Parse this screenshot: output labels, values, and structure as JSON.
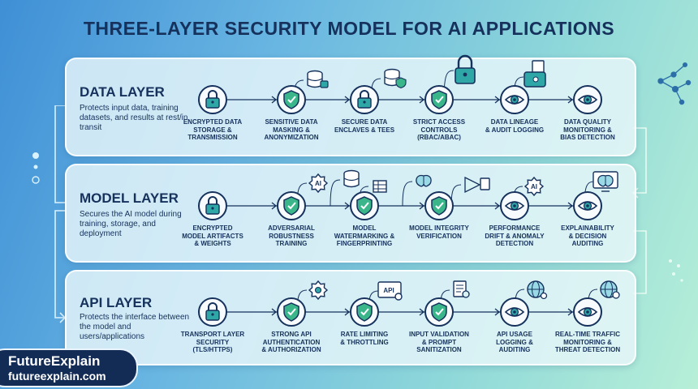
{
  "title": "THREE-LAYER SECURITY MODEL FOR AI APPLICATIONS",
  "colors": {
    "navy": "#15315c",
    "teal": "#2fa7a6",
    "shield_green": "#3bb68a",
    "panel": "#e9f6fa"
  },
  "layers": [
    {
      "name": "DATA LAYER",
      "description": "Protects input data, training datasets, and results at rest/in transit",
      "nodes": [
        {
          "icon": "padlock-icon",
          "label": "ENCRYPTED DATA\nSTORAGE &\nTRANSMISSION"
        },
        {
          "icon": "shield-check-icon",
          "label": "SENSITIVE DATA\nMASKING &\nANONYMIZATION"
        },
        {
          "icon": "padlock-icon",
          "label": "SECURE DATA\nENCLAVES & TEEs"
        },
        {
          "icon": "shield-check-icon",
          "label": "STRICT ACCESS\nCONTROLS\n(RBAC/ABAC)"
        },
        {
          "icon": "eye-icon",
          "label": "DATA LINEAGE\n& AUDIT LOGGING"
        },
        {
          "icon": "eye-icon",
          "label": "DATA QUALITY\nMONITORING &\nBIAS DETECTION"
        }
      ],
      "aux_icons": [
        "database-lock-icon",
        "database-shield-icon",
        "big-padlock-icon",
        "server-document-icon"
      ]
    },
    {
      "name": "MODEL LAYER",
      "description": "Secures the AI model during training, storage, and deployment",
      "nodes": [
        {
          "icon": "padlock-icon",
          "label": "ENCRYPTED\nMODEL ARTIFACTS\n& WEIGHTS"
        },
        {
          "icon": "shield-check-icon",
          "label": "ADVERSARIAL\nROBUSTNESS\nTRAINING"
        },
        {
          "icon": "shield-check-icon",
          "label": "MODEL\nWATERMARKING &\nFINGERPRINTING"
        },
        {
          "icon": "shield-check-icon",
          "label": "MODEL INTEGRITY\nVERIFICATION"
        },
        {
          "icon": "eye-icon",
          "label": "PERFORMANCE\nDRIFT & ANOMALY\nDETECTION"
        },
        {
          "icon": "eye-icon",
          "label": "EXPLAINABILITY\n& DECISION\nAUDITING"
        }
      ],
      "aux_text": {
        "ai": "AI"
      },
      "aux_icons": [
        "ai-gear-icon",
        "database-icon",
        "table-icon",
        "brain-icon",
        "neural-network-icon",
        "ai-gear-icon",
        "monitor-brain-icon"
      ]
    },
    {
      "name": "API LAYER",
      "description": "Protects the interface between the model and users/applications",
      "nodes": [
        {
          "icon": "padlock-icon",
          "label": "TRANSPORT LAYER\nSECURITY\n(TLS/HTTPS)"
        },
        {
          "icon": "shield-check-icon",
          "label": "STRONG API\nAUTHENTICATION\n& AUTHORIZATION"
        },
        {
          "icon": "shield-check-icon",
          "label": "RATE LIMITING\n& THROTTLING"
        },
        {
          "icon": "shield-check-icon",
          "label": "INPUT VALIDATION\n& PROMPT\nSANITIZATION"
        },
        {
          "icon": "eye-icon",
          "label": "API USAGE\nLOGGING &\nAUDITING"
        },
        {
          "icon": "eye-icon",
          "label": "REAL-TIME TRAFFIC\nMONITORING &\nTHREAT DETECTION"
        }
      ],
      "aux_text": {
        "api": "API"
      },
      "aux_icons": [
        "gear-icon",
        "api-window-icon",
        "document-search-icon",
        "globe-gear-icon",
        "globe-search-icon"
      ]
    }
  ],
  "brand": {
    "name": "FutureExplain",
    "url": "futureexplain.com"
  }
}
